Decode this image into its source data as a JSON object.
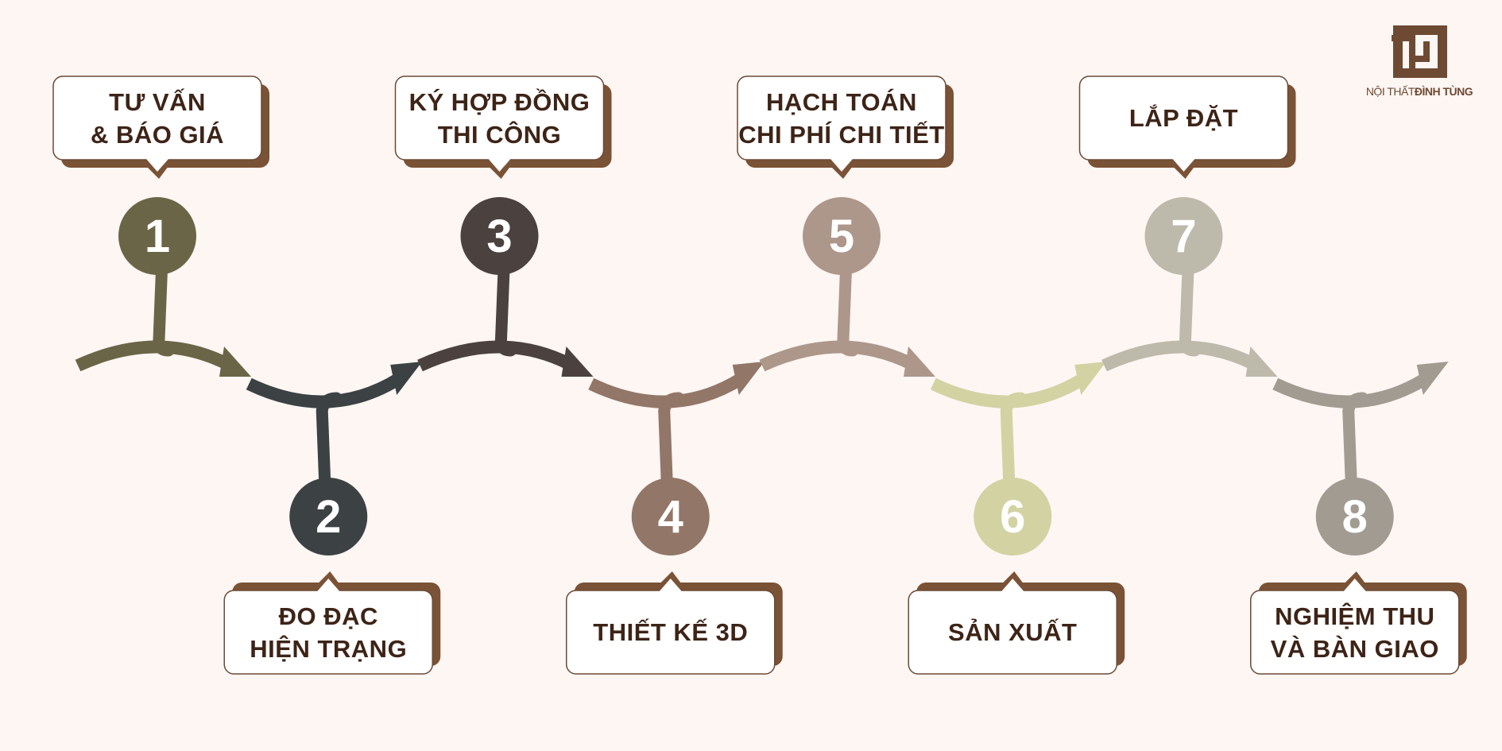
{
  "brand": {
    "name_part1": "NỘI THẤT",
    "name_part2": "ĐÌNH TÙNG",
    "color": "#6e4a33"
  },
  "colors": {
    "box_shadow": "#7a5235",
    "box_fill": "#ffffff",
    "box_border": "#6b4a35",
    "text": "#3d2417"
  },
  "steps": [
    {
      "number": "1",
      "label": "TƯ VẤN\n& BÁO GIÁ",
      "color": "#6b6547"
    },
    {
      "number": "2",
      "label": "ĐO ĐẠC\nHIỆN TRẠNG",
      "color": "#3c4244"
    },
    {
      "number": "3",
      "label": "KÝ HỢP ĐỒNG\nTHI CÔNG",
      "color": "#4b4240"
    },
    {
      "number": "4",
      "label": "THIẾT KẾ 3D",
      "color": "#927667"
    },
    {
      "number": "5",
      "label": "HẠCH TOÁN\nCHI PHÍ CHI TIẾT",
      "color": "#ad978a"
    },
    {
      "number": "6",
      "label": "SẢN XUẤT",
      "color": "#d3d2a3"
    },
    {
      "number": "7",
      "label": "LẮP ĐẶT",
      "color": "#bdbaac"
    },
    {
      "number": "8",
      "label": "NGHIỆM THU\nVÀ BÀN GIAO",
      "color": "#a29b92"
    }
  ]
}
